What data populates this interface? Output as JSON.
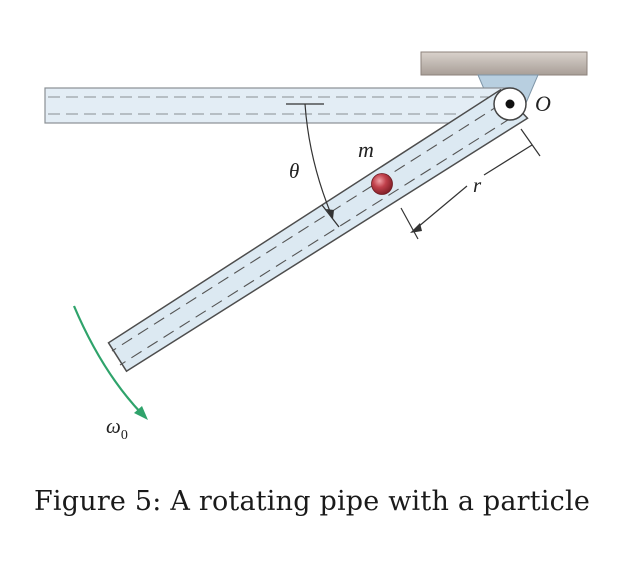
{
  "labels": {
    "mass": "m",
    "angle": "θ",
    "pivot": "O",
    "distance": "r",
    "angular_velocity": "ω",
    "angular_velocity_subscript": "0"
  },
  "caption": "Figure 5: A rotating pipe with a particle",
  "colors": {
    "pipe_fill": "#dce9f2",
    "pipe_outline": "#555555",
    "pipe_dash": "#666666",
    "ceiling": "#b5aba4",
    "bracket": "#b8cfe0",
    "particle": "#b8343f",
    "omega_arrow": "#2fa36b"
  }
}
